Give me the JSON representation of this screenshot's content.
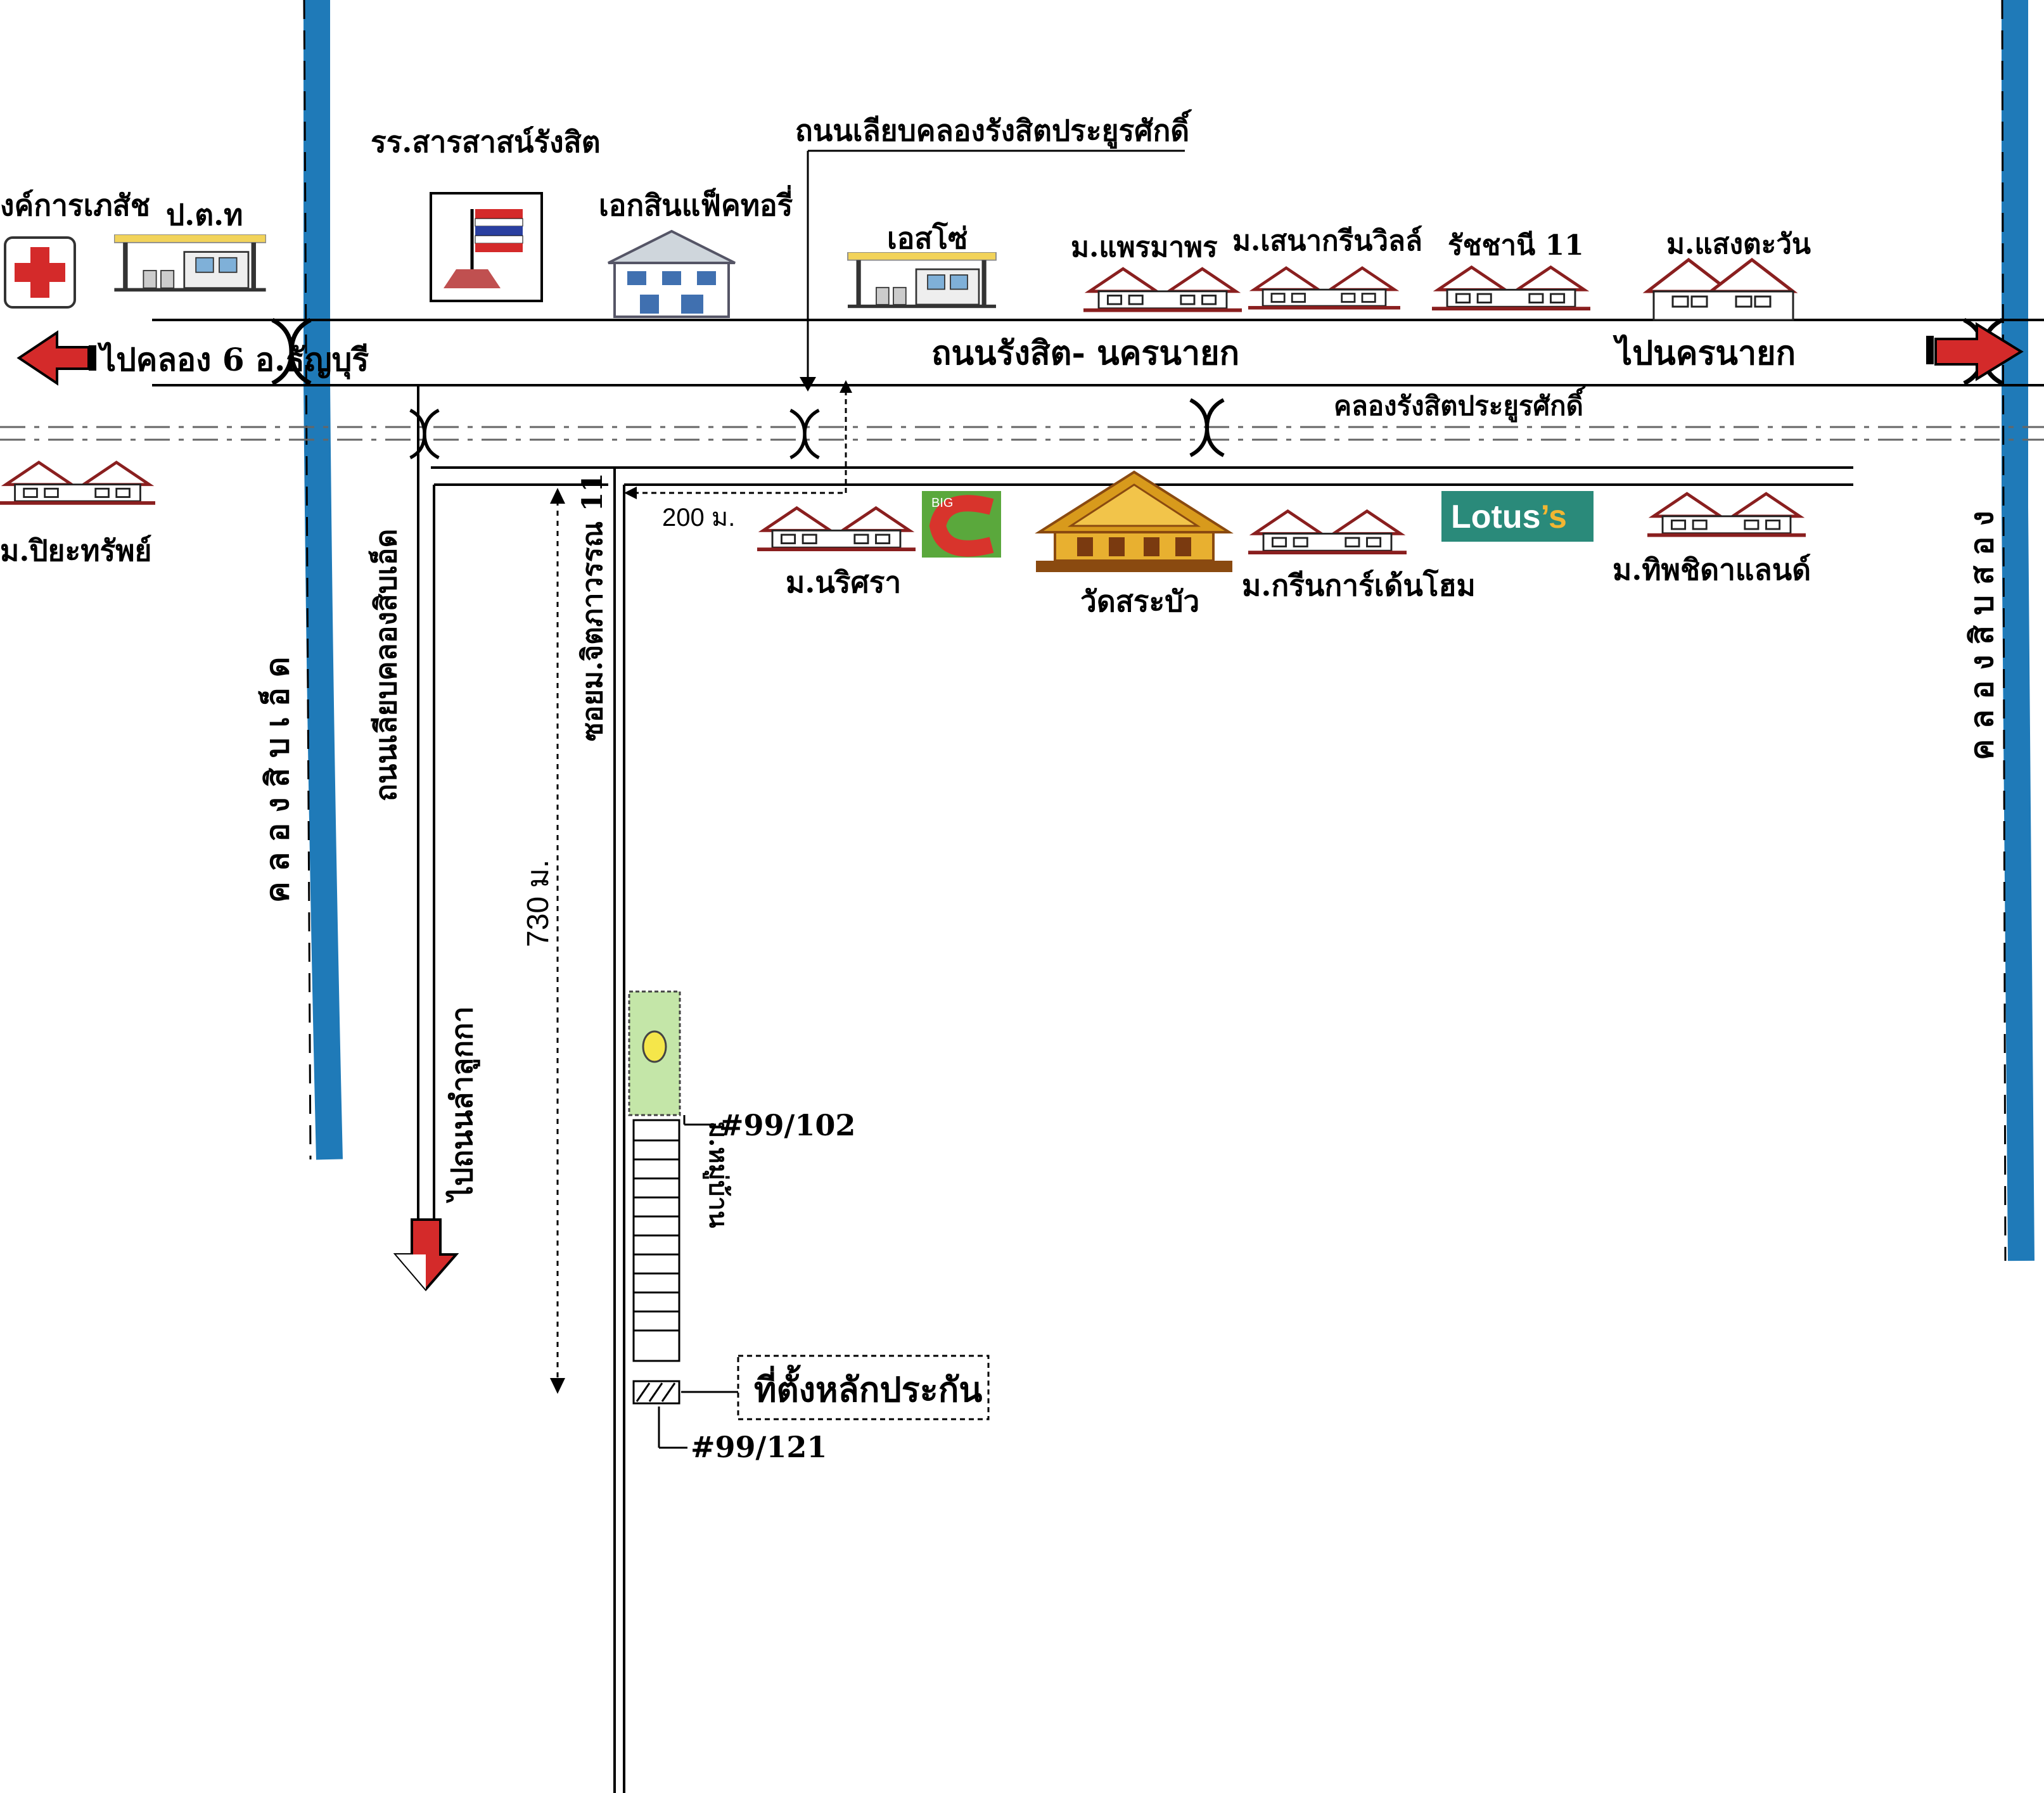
{
  "labels": {
    "hospital": "งค์การเภสัช",
    "ptt": "ป.ต.ท",
    "school": "รร.สารสาสน์รังสิต",
    "factory": "เอกสินแฟ็คทอรี่",
    "esso": "เอสโซ่",
    "canal_road_top": "ถนนเลียบคลองรังสิตประยูรศักดิ์",
    "phraemaphorn": "ม.แพรมาพร",
    "senagreenville": "ม.เสนากรีนวิลล์",
    "ratchanee": "รัชชานี 11",
    "saengtawan": "ม.แสงตะวัน",
    "to_khlong6": "ไปคลอง 6 อ.ธัญบุรี",
    "main_road": "ถนนรังสิต- นครนายก",
    "to_nakhonnayok": "ไปนครนายก",
    "canal_rangsit": "คลองรังสิตประยูรศักดิ์",
    "piyasap": "ม.ปิยะทรัพย์",
    "dist_200": "200 ม.",
    "narisara": "ม.นริศรา",
    "big_c_text": "BIG",
    "wat": "วัดสระบัว",
    "greengarden": "ม.กรีนการ์เด้นโฮม",
    "lotus_main": "Lotus",
    "lotus_suffix": "’s",
    "thipchida": "ม.ทิพชิดาแลนด์",
    "canal_road_left": "ถนนเลียบคลองสิบเอ็ด",
    "soi": "ซอยม.จิตภาวรรณ 11",
    "canal_11": "คลองสิบเอ็ด",
    "dist_730": "730 ม.",
    "to_lamlukka": "ไปถนนลำลูกกา",
    "village": "ม.หมู่บ้าน",
    "addr_102": "#99/102",
    "addr_121": "#99/121",
    "collateral": "ที่ตั้งหลักประกัน",
    "canal_12": "คลองสิบสอง"
  },
  "colors": {
    "canal": "#1f7ab8",
    "roof": "#8a1f1f",
    "arrow_red": "#d42a2a",
    "lotus": "#2a8a7a",
    "bigc_green": "#5aa83c",
    "bigc_red": "#d8342c",
    "temple": "#d89a1c",
    "plot_green": "#c4e6a8"
  },
  "icons": [
    "hospital-cross-icon",
    "gas-station-icon",
    "school-flag-icon",
    "factory-house-icon",
    "housing-icon",
    "temple-icon",
    "big-c-logo-icon",
    "lotus-logo-icon",
    "arrow-left-icon",
    "arrow-right-icon",
    "arrow-down-icon",
    "bridge-icon"
  ]
}
